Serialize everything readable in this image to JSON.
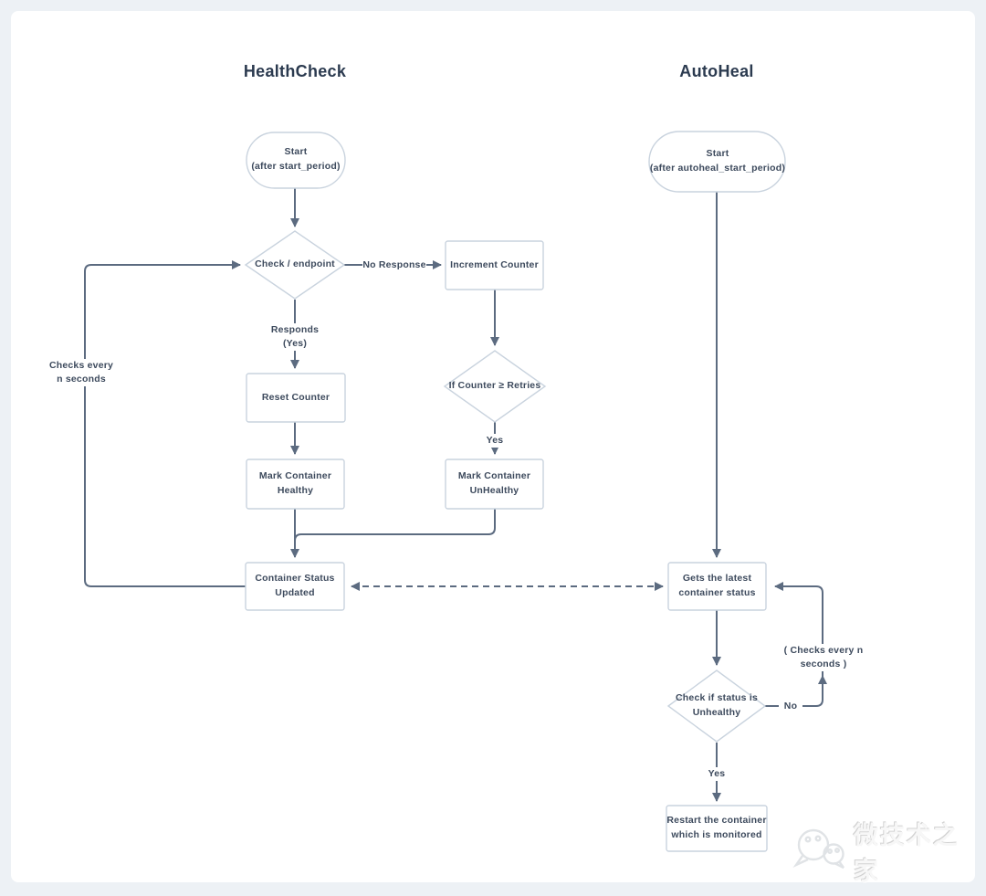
{
  "colors": {
    "page_background": "#edf1f5",
    "card_background": "#ffffff",
    "connector_line": "#5c6b80",
    "node_border": "#c9d3de",
    "node_text": "#3d4a5d",
    "title_text": "#2b3a4f",
    "watermark": "#e0e3e6"
  },
  "columns": {
    "healthcheck": {
      "title": "HealthCheck"
    },
    "autoheal": {
      "title": "AutoHeal"
    }
  },
  "healthcheck": {
    "start": "Start\n(after start_period)",
    "check_endpoint": "Check / endpoint",
    "increment_counter": "Increment Counter",
    "if_counter_retries": "If Counter ≥ Retries",
    "reset_counter": "Reset Counter",
    "mark_healthy": "Mark Container\nHealthy",
    "mark_unhealthy": "Mark Container\nUnHealthy",
    "container_status": "Container Status\nUpdated",
    "labels": {
      "checks_every": "Checks every\nn seconds",
      "no_response": "No Response",
      "responds_yes": "Responds\n(Yes)",
      "yes": "Yes"
    }
  },
  "autoheal": {
    "start": "Start\n(after autoheal_start_period)",
    "gets_status": "Gets the latest\ncontainer status",
    "check_unhealthy": "Check if status is\nUnhealthy",
    "restart": "Restart the container\nwhich is monitored",
    "labels": {
      "checks_every": "( Checks every n seconds )",
      "no": "No",
      "yes": "Yes"
    }
  },
  "watermark": {
    "text": "微技术之家"
  }
}
